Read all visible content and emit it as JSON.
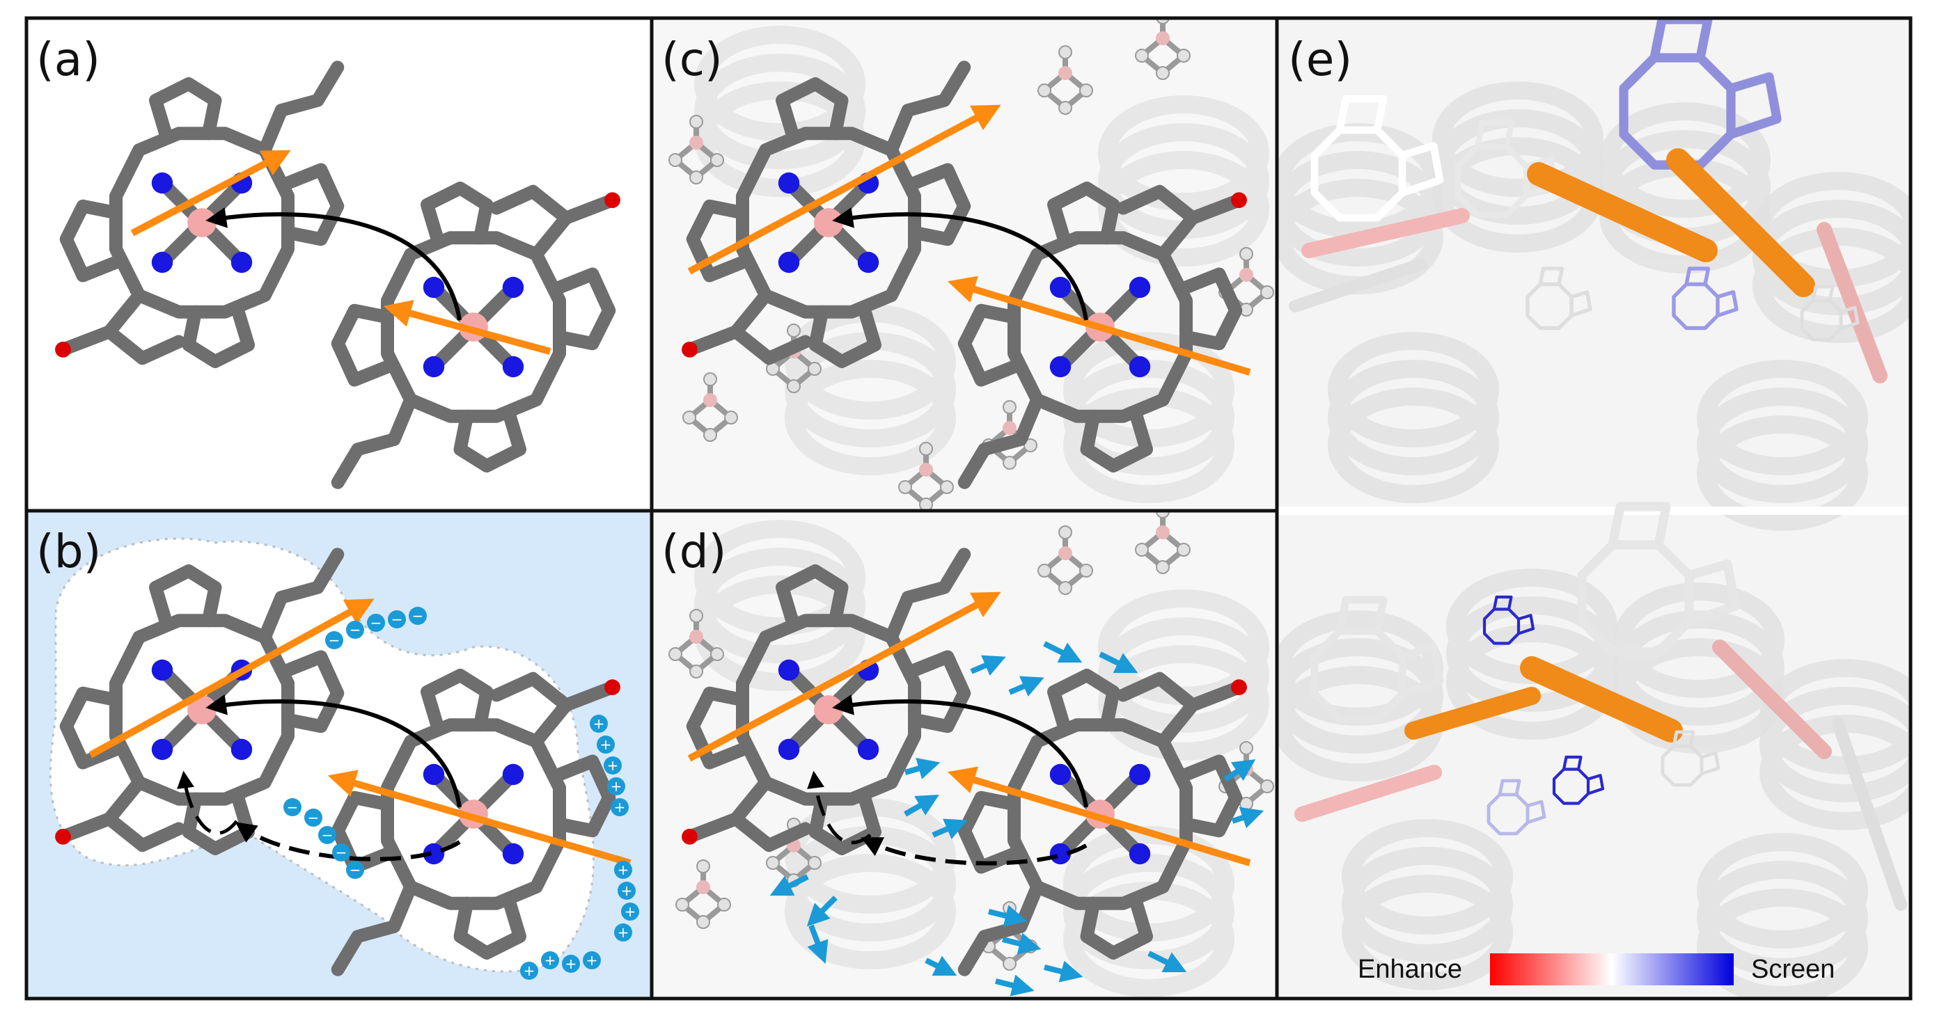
{
  "figure": {
    "panels": [
      {
        "id": "a",
        "label": "(a)"
      },
      {
        "id": "b",
        "label": "(b)"
      },
      {
        "id": "c",
        "label": "(c)"
      },
      {
        "id": "d",
        "label": "(d)"
      },
      {
        "id": "e",
        "label": "(e)"
      }
    ],
    "legend": {
      "left_label": "Enhance",
      "right_label": "Screen",
      "gradient": [
        "#ff0000",
        "#ffffff",
        "#0000dd"
      ]
    },
    "charges": {
      "negative": "−",
      "positive": "+"
    },
    "colors": {
      "carbon": "#6e6e6e",
      "nitrogen": "#1818e0",
      "magnesium": "#f2a8a8",
      "oxygen": "#dd0000",
      "dipole_arrow": "#ff8a10",
      "charge": "#1a9ad6",
      "solvent_bg": "#d6e9fb",
      "panel_border": "#111111",
      "protein": "#c8c8c8"
    }
  }
}
